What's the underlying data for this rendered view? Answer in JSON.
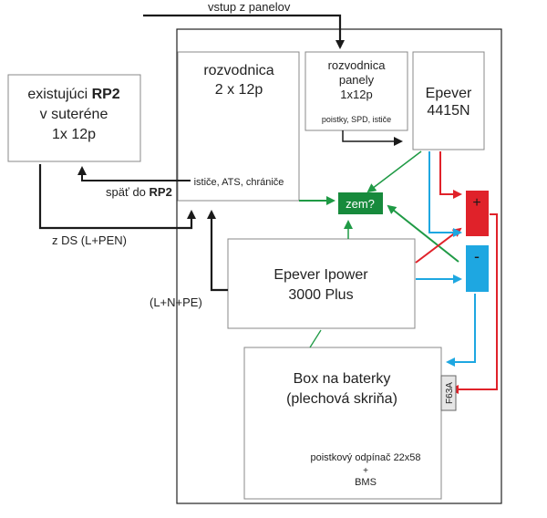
{
  "inputs": {
    "panel_input": "vstup z panelov",
    "back_prefix": "späť do ",
    "back_target": "RP2",
    "to_ds": "z DS (L+PEN)",
    "lnpe": "(L+N+PE)"
  },
  "boxes": {
    "rp2": {
      "line1_prefix": "existujúci ",
      "line1_bold": "RP2",
      "line2": "v suteréne",
      "line3": "1x 12p"
    },
    "main_panel": {
      "line1": "rozvodnica",
      "line2": "2 x 12p",
      "sub": "ističe, ATS, chrániče"
    },
    "panel_box": {
      "line1": "rozvodnica",
      "line2": "panely",
      "line3": "1x12p",
      "sub": "poistky, SPD, ističe"
    },
    "epever_mppt": {
      "line1": "Epever",
      "line2": "4415N"
    },
    "inverter": {
      "line1": "Epever Ipower",
      "line2": "3000 Plus"
    },
    "battery_box": {
      "line1": "Box na baterky",
      "line2": "(plechová skriňa)",
      "sub1": "poistkový odpínač 22x58",
      "sub2": "+",
      "sub3": "BMS"
    }
  },
  "labels": {
    "ground": "zem?",
    "plus": "+",
    "minus": "-",
    "fuse": "F63A"
  },
  "colors": {
    "red": "#e0222a",
    "blue": "#1ea7e1",
    "green": "#1f9a45",
    "ground_fill": "#178a3c",
    "black": "#1a1a1a"
  }
}
